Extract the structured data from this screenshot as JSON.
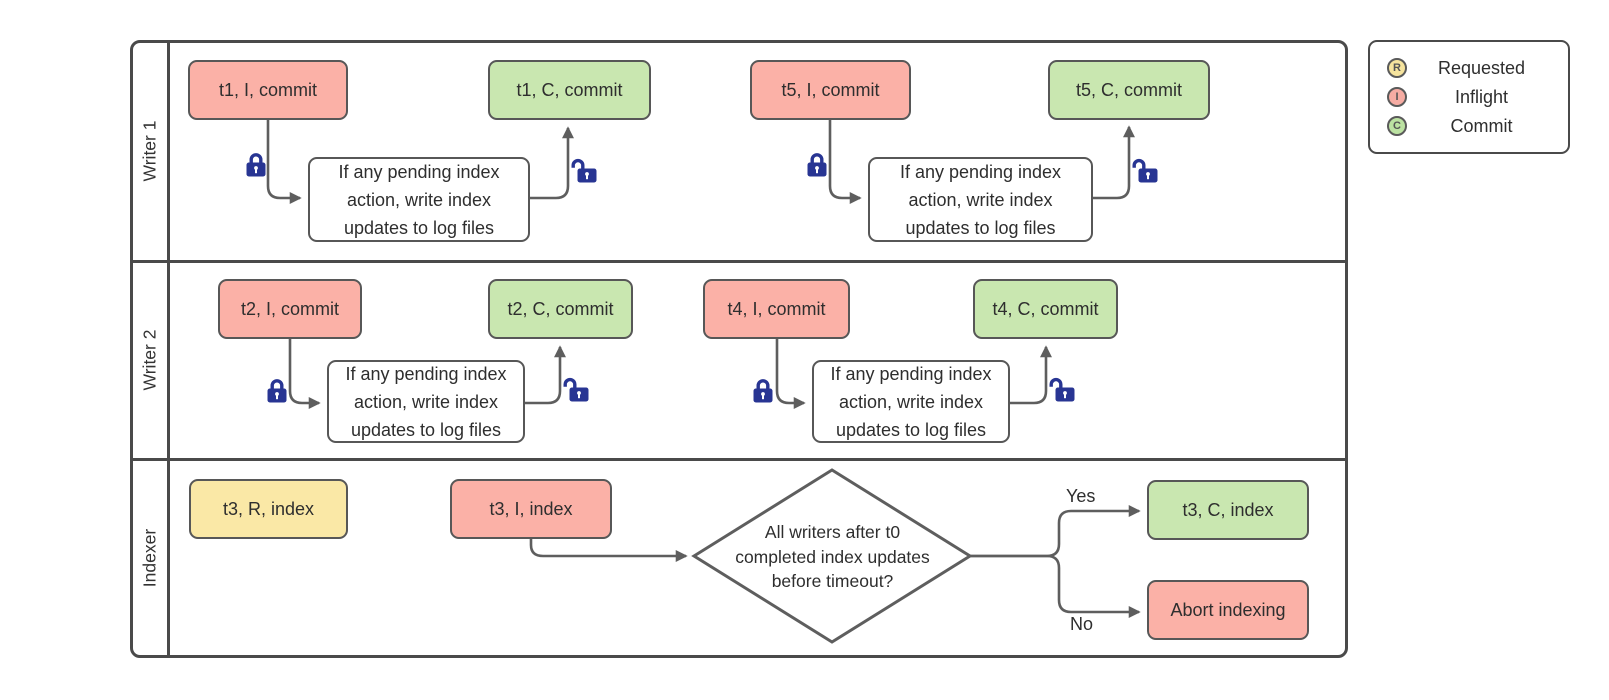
{
  "legend": {
    "items": [
      {
        "letter": "R",
        "label": "Requested",
        "color": "#F6E49E"
      },
      {
        "letter": "I",
        "label": "Inflight",
        "color": "#F6ACA3"
      },
      {
        "letter": "C",
        "label": "Commit",
        "color": "#BCE2A2"
      }
    ]
  },
  "lanes": {
    "writer1": "Writer 1",
    "writer2": "Writer 2",
    "indexer": "Indexer"
  },
  "process": {
    "lines": [
      "If any pending index",
      "action, write index",
      "updates to log files"
    ]
  },
  "writer1": {
    "t1_inflight": "t1, I, commit",
    "t1_commit": "t1, C, commit",
    "t5_inflight": "t5, I, commit",
    "t5_commit": "t5, C, commit"
  },
  "writer2": {
    "t2_inflight": "t2, I, commit",
    "t2_commit": "t2, C, commit",
    "t4_inflight": "t4, I, commit",
    "t4_commit": "t4, C, commit"
  },
  "indexer": {
    "requested": "t3, R, index",
    "inflight": "t3, I, index",
    "decision_lines": [
      "All writers after t0",
      "completed index updates",
      "before timeout?"
    ],
    "yes_label": "Yes",
    "no_label": "No",
    "commit": "t3, C, index",
    "abort": "Abort indexing"
  },
  "colors": {
    "inflight_fill": "#FBB1A7",
    "commit_fill": "#C9E7B0",
    "requested_fill": "#FAE8A6",
    "node_border": "#575757",
    "connector": "#5E5E5E",
    "lock": "#283593",
    "frame_border": "#4A4A4A"
  },
  "icons": {
    "lock_closed": "locked-padlock",
    "lock_open": "unlocked-padlock"
  }
}
